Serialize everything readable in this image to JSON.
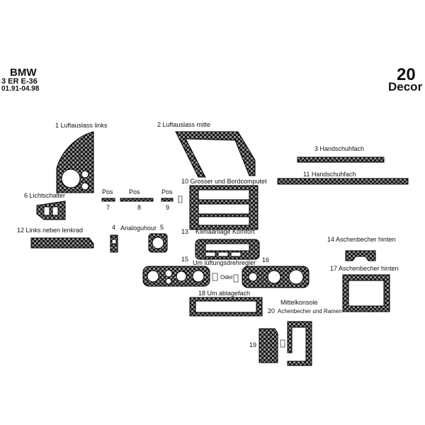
{
  "header": {
    "make": "BMW",
    "model": "3 ER  E-36",
    "years": "01.91-04.98",
    "count": "20",
    "decor": "Decor"
  },
  "labels": {
    "p1": "1 Luftauslass links",
    "p2": "2 Luftauslass mitte",
    "p3": "3 Handschuhfach",
    "p11": "11 Handschuhfach",
    "p6": "6   Lichtschalter",
    "pos_a": "Pos",
    "pos_b": "Pos",
    "pos_c": "Pos",
    "n7": "7",
    "n8": "8",
    "n9": "9",
    "p10": "10 Grosser und Bordcomputet",
    "p12": "12  Links neben lenkrad",
    "n4": "4",
    "analog": "Analoguhour",
    "n5": "5",
    "n13": "13",
    "klima": "Klimaanlage  Komfort",
    "p14": "14 Aschenbecher hinten",
    "p17": "17  Aschenbecher hinten",
    "n15": "15",
    "luftung": "Um lüftungsdrehregler",
    "n16": "16",
    "oder": "Oder",
    "p18": "18   Um ablagefach",
    "mittel": "Mittelkonsole",
    "n20": "20",
    "asch_ramen": "Achenbecher und Ramen",
    "n19": "19"
  },
  "colors": {
    "carbon_dark": "#1a1a1a",
    "carbon_light": "#9a9a9a",
    "outline": "#000000"
  }
}
